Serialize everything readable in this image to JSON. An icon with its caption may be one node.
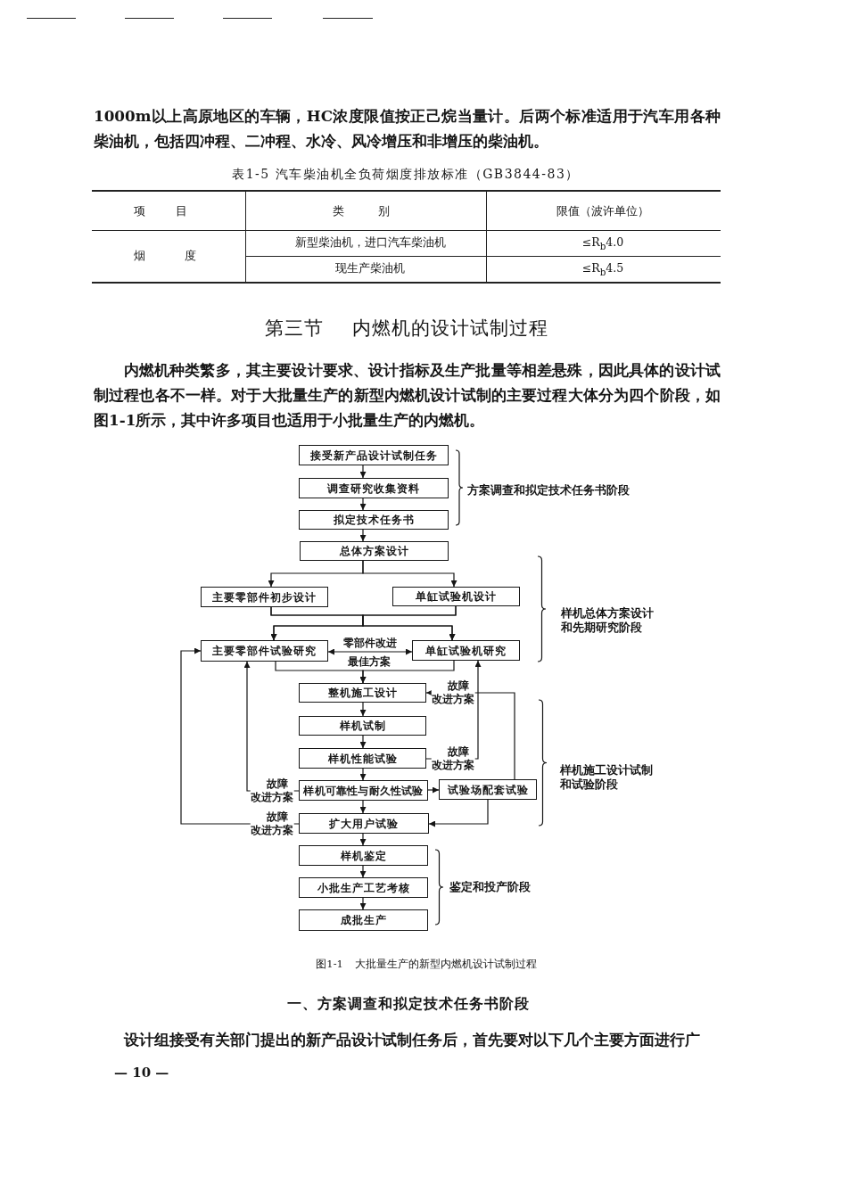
{
  "diagram": {
    "title": "第三节 内燃机的设计试制过程",
    "caption": "图1-1 大批量生产的新型内燃机设计试制过程",
    "nodes": [
      {
        "text": [
          "接受新产品设计试制任务"
        ]
      },
      {
        "text": [
          "调查研究收集资料"
        ]
      },
      {
        "text": [
          "拟定技术任务书"
        ]
      },
      {
        "text": [
          "总体方案设计"
        ]
      },
      {
        "text": [
          "主要零部件初步设计"
        ]
      },
      {
        "text": [
          "单缸试验机设计"
        ]
      },
      {
        "text": [
          "主要零部件试验研究"
        ]
      },
      {
        "text": [
          "单缸试验机研究"
        ]
      },
      {
        "text": [
          "整机施工设计"
        ]
      },
      {
        "text": [
          "样机试制"
        ]
      },
      {
        "text": [
          "样机性能试验"
        ]
      },
      {
        "text": [
          "样机可靠性与耐久性试验"
        ]
      },
      {
        "text": [
          "试验场配套试验"
        ]
      },
      {
        "text": [
          "扩大用户试验"
        ]
      },
      {
        "text": [
          "样机鉴定"
        ]
      },
      {
        "text": [
          "小批生产工艺考核"
        ]
      },
      {
        "text": [
          "成批生产"
        ]
      }
    ],
    "edges": [
      {
        "from": 0,
        "to": 1,
        "arrow": "to"
      },
      {
        "from": 1,
        "to": 2,
        "arrow": "to"
      },
      {
        "from": 2,
        "to": 3,
        "arrow": "to"
      },
      {
        "from": 3,
        "to": 4,
        "arrow": "to"
      },
      {
        "from": 3,
        "to": 5,
        "arrow": "to"
      },
      {
        "from": 4,
        "to": 6,
        "arrow": "to"
      },
      {
        "from": 4,
        "to": 7,
        "arrow": "to"
      },
      {
        "from": 5,
        "to": 6,
        "arrow": "to"
      },
      {
        "from": 5,
        "to": 7,
        "arrow": "to"
      },
      {
        "from": 6,
        "to": 7,
        "arrow": "both",
        "label": "零部件改进"
      },
      {
        "from": 6,
        "to": 8,
        "arrow": "to",
        "label": "最佳方案"
      },
      {
        "from": 7,
        "to": 8,
        "arrow": "to"
      },
      {
        "from": 8,
        "to": 9,
        "arrow": "to"
      },
      {
        "from": 9,
        "to": 10,
        "arrow": "to"
      },
      {
        "from": 10,
        "to": 11,
        "arrow": "to"
      },
      {
        "from": 12,
        "to": 8,
        "arrow": "to",
        "label": "故障改进方案"
      },
      {
        "from": 10,
        "to": 7,
        "arrow": "to",
        "label": "故障改进方案"
      },
      {
        "from": 11,
        "to": 6,
        "arrow": "to",
        "label": "故障改进方案"
      },
      {
        "from": 13,
        "to": 6,
        "arrow": "to",
        "label": "故障改进方案"
      },
      {
        "from": 11,
        "to": 12,
        "arrow": "to"
      },
      {
        "from": 11,
        "to": 13,
        "arrow": "to"
      },
      {
        "from": 12,
        "to": 13,
        "arrow": "to"
      },
      {
        "from": 13,
        "to": 14,
        "arrow": "to"
      },
      {
        "from": 14,
        "to": 15,
        "arrow": "to"
      },
      {
        "from": 15,
        "to": 16,
        "arrow": "to"
      }
    ],
    "labels": [
      "1000m以上高原地区的车辆，HC浓度限值按正己烷当量计。后两个标准适用于汽车用各种柴油机，包括四冲程、二冲程、水冷、风冷增压和非增压的柴油机。",
      "表1-5 汽车柴油机全负荷烟度排放标准（GB3844-83）",
      "项目",
      "类别",
      "限值（波许单位）",
      "烟度",
      "新型柴油机，进口汽车柴油机",
      "≤R$_{b}$4.0",
      "现生产柴油机",
      "≤R$_{b}$4.5",
      "内燃机种类繁多，其主要设计要求、设计指标及生产批量等相差悬殊，因此具体的设计试制过程也各不一样。对于大批量生产的新型内燃机设计试制的主要过程大体分为四个阶段，如图1-1所示，其中许多项目也适用于小批量生产的内燃机。",
      "方案调查和拟定技术任务书阶段",
      "样机总体方案设计和先期研究阶段",
      "样机施工设计试制和试验阶段",
      "鉴定和投产阶段",
      "一、方案调查和拟定技术任务书阶段",
      "设计组接受有关部门提出的新产品设计试制任务后，首先要对以下几个主要方面进行广",
      "— 10 —"
    ]
  }
}
